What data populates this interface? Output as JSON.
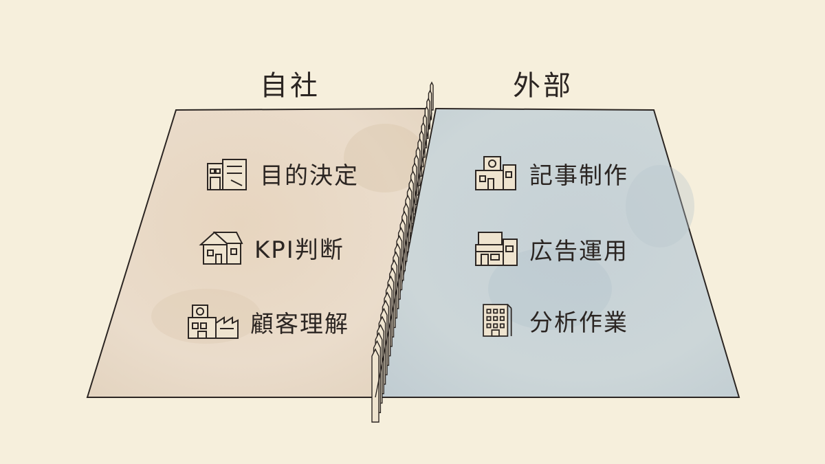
{
  "left": {
    "heading": "自社",
    "items": [
      {
        "label": "目的決定",
        "icon": "office-building-icon"
      },
      {
        "label": "KPI判断",
        "icon": "house-icon"
      },
      {
        "label": "顧客理解",
        "icon": "factory-icon"
      }
    ]
  },
  "right": {
    "heading": "外部",
    "items": [
      {
        "label": "記事制作",
        "icon": "clock-tower-building-icon"
      },
      {
        "label": "広告運用",
        "icon": "shop-building-icon"
      },
      {
        "label": "分析作業",
        "icon": "tower-building-icon"
      }
    ]
  },
  "colors": {
    "paper": "#f6efdc",
    "left_field": "#e6d6c0",
    "right_field": "#c9d3d6",
    "ink": "#2b2522"
  }
}
